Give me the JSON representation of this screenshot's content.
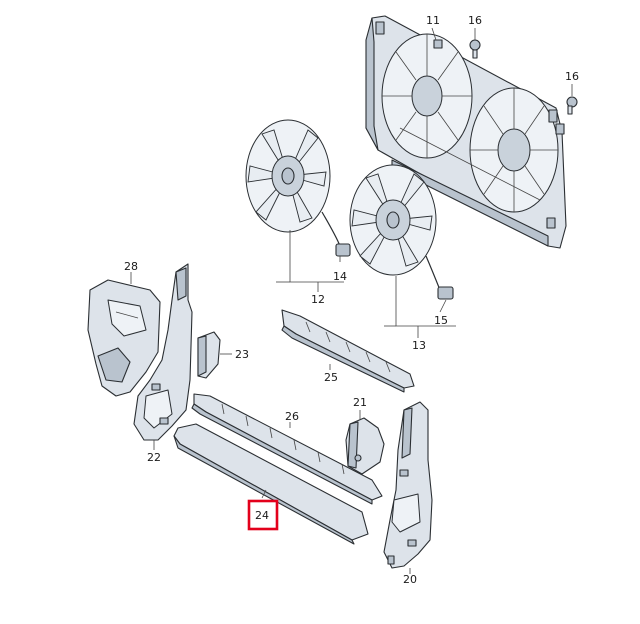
{
  "diagram": {
    "callouts": {
      "c11": "11",
      "c16a": "16",
      "c16b": "16",
      "c28": "28",
      "c14": "14",
      "c12": "12",
      "c15": "15",
      "c13": "13",
      "c23": "23",
      "c25": "25",
      "c22": "22",
      "c26": "26",
      "c21": "21",
      "c24": "24",
      "c20": "20"
    },
    "highlighted_part": "24",
    "highlight_color": "#e3001b"
  }
}
